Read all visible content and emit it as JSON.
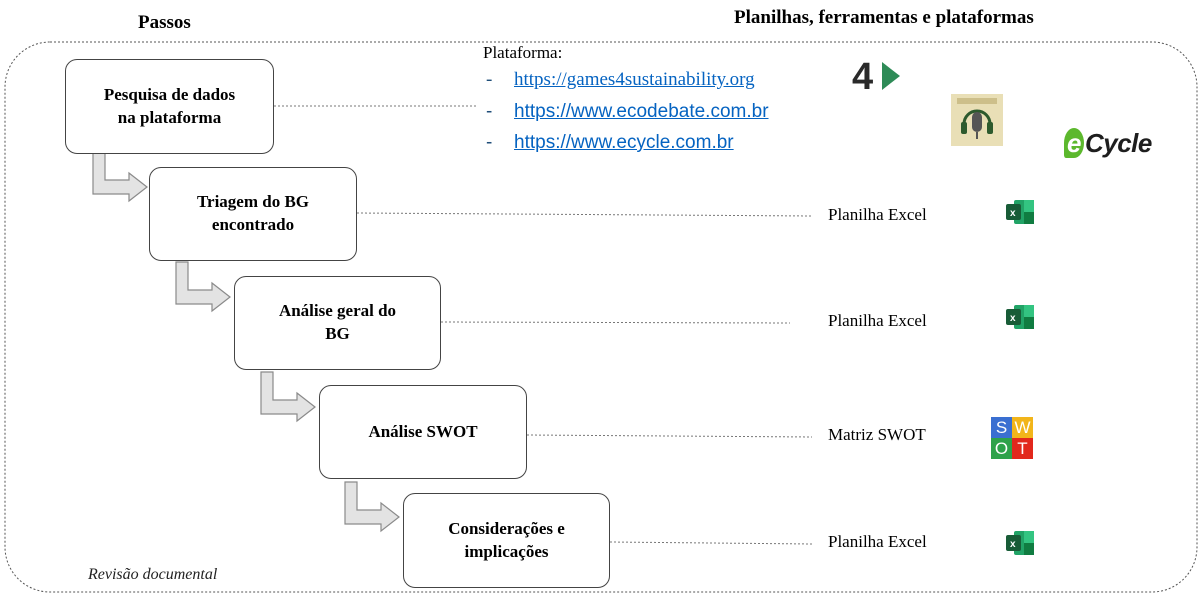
{
  "headers": {
    "steps": "Passos",
    "tools": "Planilhas, ferramentas e plataformas"
  },
  "steps": [
    {
      "line1": "Pesquisa de dados",
      "line2": "na plataforma"
    },
    {
      "line1": "Triagem do BG",
      "line2": "encontrado"
    },
    {
      "line1": "Análise geral do",
      "line2": "BG"
    },
    {
      "line1": "Análise SWOT",
      "line2": ""
    },
    {
      "line1": "Considerações e",
      "line2": "implicações"
    }
  ],
  "platform": {
    "label": "Plataforma:",
    "links": [
      {
        "bullet": "-",
        "text": "https://games4sustainability.org"
      },
      {
        "bullet": "-",
        "text": "https://www.ecodebate.com.br"
      },
      {
        "bullet": "-",
        "text": "https://www.ecycle.com.br"
      }
    ]
  },
  "tools": [
    {
      "label": "Planilha Excel",
      "icon": "excel-icon"
    },
    {
      "label": "Planilha Excel",
      "icon": "excel-icon"
    },
    {
      "label": "Matriz SWOT",
      "icon": "swot-matrix-icon"
    },
    {
      "label": "Planilha Excel",
      "icon": "excel-icon"
    }
  ],
  "swot_letters": [
    "S",
    "W",
    "O",
    "T"
  ],
  "logos": {
    "games4": {
      "text": "4",
      "icon": "games4sustainability-logo"
    },
    "podcast": {
      "icon": "ecodebate-podcast-logo"
    },
    "ecycle": {
      "e": "e",
      "rest": "Cycle"
    }
  },
  "footer": "Revisão documental",
  "colors": {
    "excel_green": "#1d7044",
    "link_blue": "#0563c1",
    "swot_s": "#3a6fd1",
    "swot_w": "#f2b51a",
    "swot_o": "#2ea24a",
    "swot_t": "#e2281c",
    "games4_green": "#2e8b57"
  }
}
